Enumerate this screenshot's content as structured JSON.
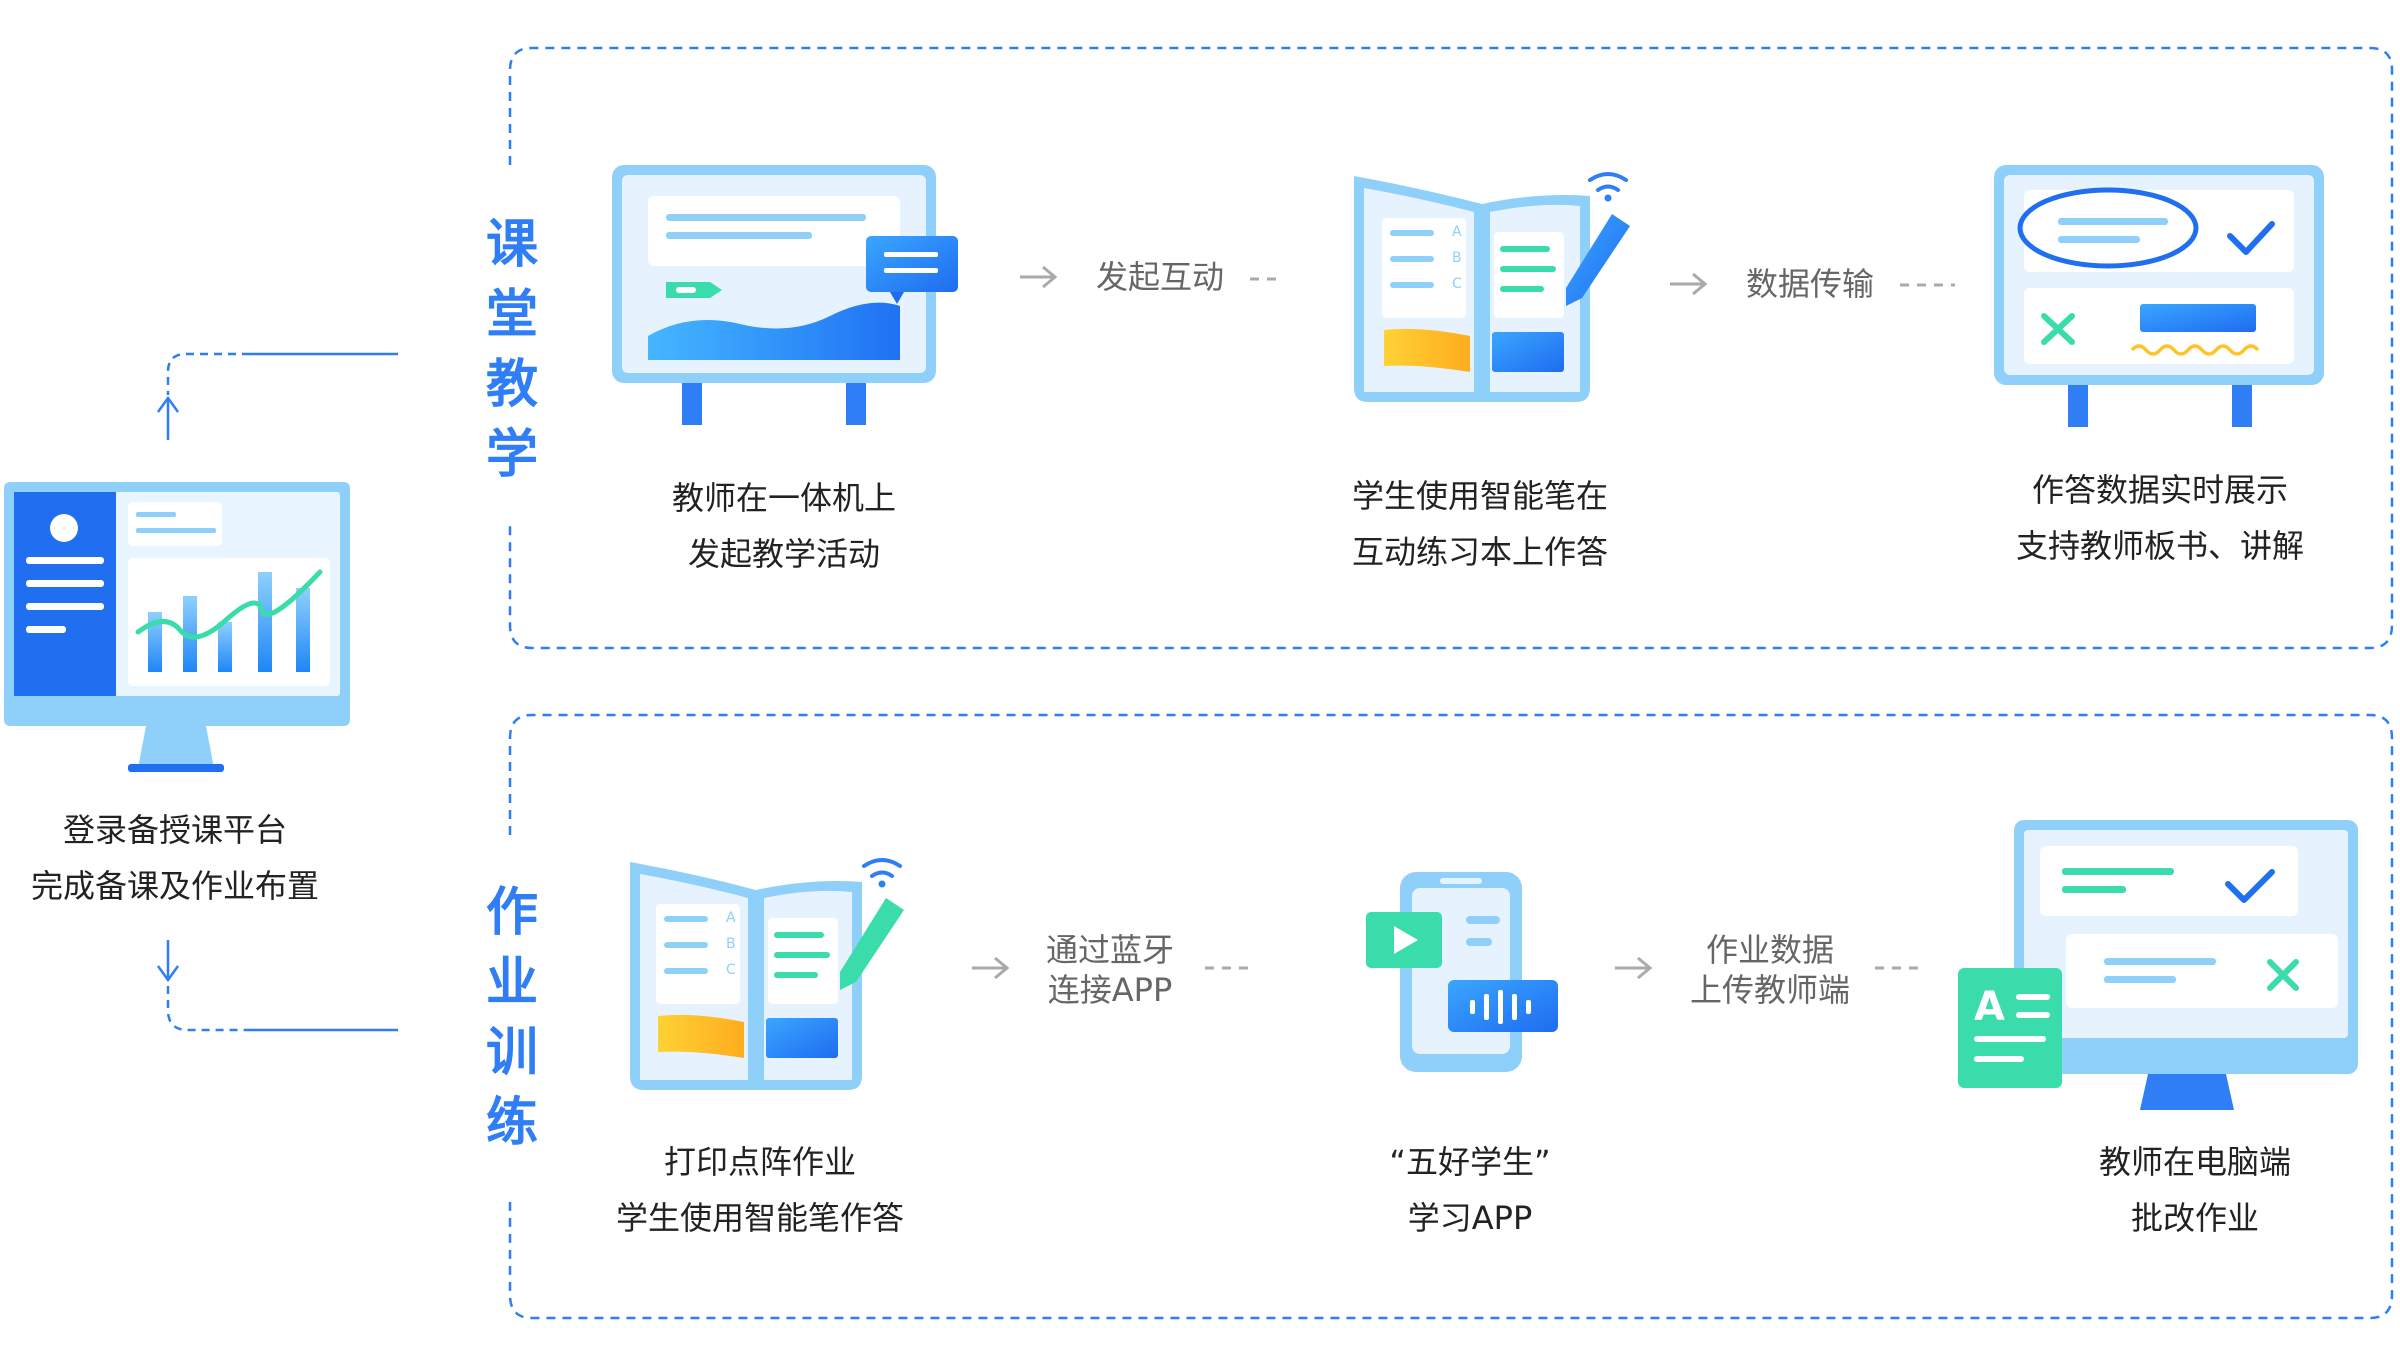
{
  "colors": {
    "primary": "#2f7ef5",
    "light_blue": "#e6f3ff",
    "frame_blue": "#8fd0fb",
    "green": "#3bdcab",
    "yellow": "#ffc227",
    "gray_text": "#666666"
  },
  "platform": {
    "caption_lines": [
      "登录备授课平台",
      "完成备课及作业布置"
    ],
    "icon": "monitor-dashboard-icon"
  },
  "sections": [
    {
      "id": "classroom",
      "title_chars": [
        "课",
        "堂",
        "教",
        "学"
      ],
      "steps": [
        {
          "icon": "whiteboard-icon",
          "caption_lines": [
            "教师在一体机上",
            "发起教学活动"
          ]
        },
        {
          "icon": "smart-notebook-pen-icon",
          "caption_lines": [
            "学生使用智能笔在",
            "互动练习本上作答"
          ]
        },
        {
          "icon": "answer-display-board-icon",
          "caption_lines": [
            "作答数据实时展示",
            "支持教师板书、讲解"
          ]
        }
      ],
      "flow_labels": [
        [
          "发起互动"
        ],
        [
          "数据传输"
        ]
      ]
    },
    {
      "id": "homework",
      "title_chars": [
        "作",
        "业",
        "训",
        "练"
      ],
      "steps": [
        {
          "icon": "dot-homework-notebook-icon",
          "caption_lines": [
            "打印点阵作业",
            "学生使用智能笔作答"
          ]
        },
        {
          "icon": "phone-app-icon",
          "caption_lines": [
            "“五好学生”",
            "学习APP"
          ]
        },
        {
          "icon": "pc-grading-icon",
          "caption_lines": [
            "教师在电脑端",
            "批改作业"
          ]
        }
      ],
      "flow_labels": [
        [
          "通过蓝牙",
          "连接APP"
        ],
        [
          "作业数据",
          "上传教师端"
        ]
      ]
    }
  ]
}
